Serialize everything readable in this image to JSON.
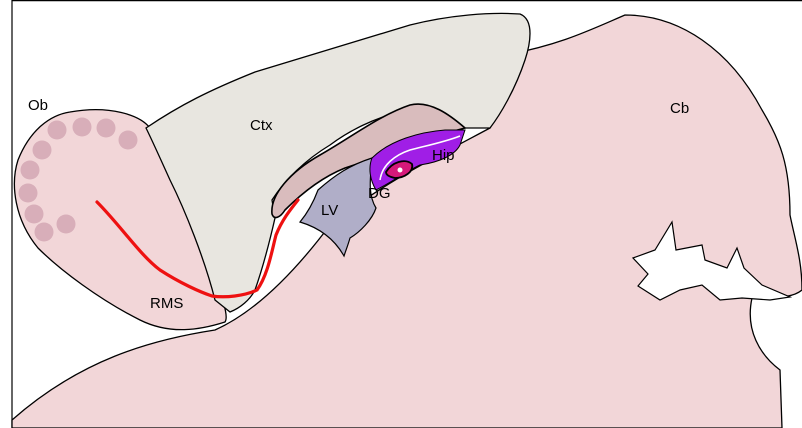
{
  "labels": {
    "ob": "Ob",
    "ctx": "Ctx",
    "cb": "Cb",
    "hip": "Hip",
    "dg": "DG",
    "lv": "LV",
    "rms": "RMS"
  },
  "colors": {
    "brain_fill": "#f2d6d8",
    "cortex_fill": "#e8e6e0",
    "ventricle_fill": "#b0aec8",
    "upper_cavity_fill": "#d9bcbd",
    "hippocampus_fill": "#a01ee6",
    "dentate_fill": "#d5197a",
    "rms_stroke": "#ee1111",
    "ob_bead_fill": "#d8aeb9",
    "outline": "#000000"
  }
}
